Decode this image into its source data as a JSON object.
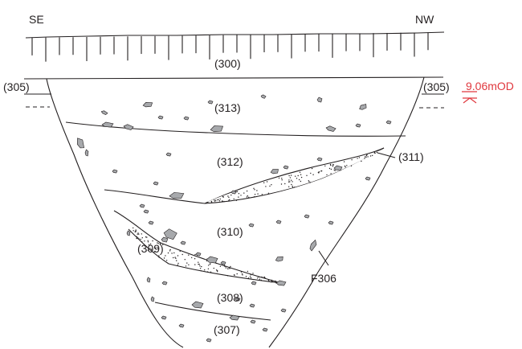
{
  "orientation": {
    "left": "SE",
    "right": "NW"
  },
  "layers": {
    "l300": "(300)",
    "l305_left": "(305)",
    "l305_right": "(305)",
    "l313": "(313)",
    "l312": "(312)",
    "l311": "(311)",
    "l310": "(310)",
    "l309": "(309)",
    "l308": "(308)",
    "l307": "(307)"
  },
  "feature": "F306",
  "datum": {
    "label": "9.06mOD",
    "color": "#e0383e"
  },
  "colors": {
    "line": "#231f20",
    "stone": "#a7a9ac"
  }
}
